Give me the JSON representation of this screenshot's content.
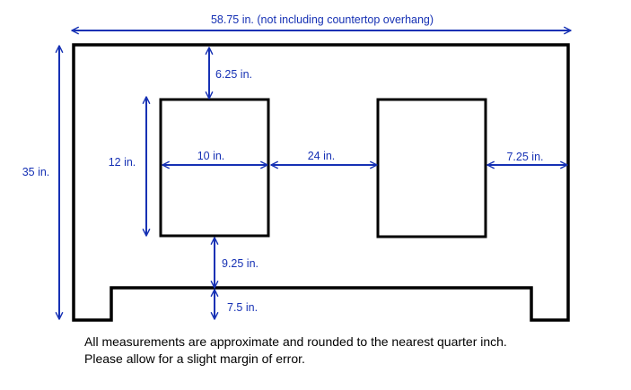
{
  "colors": {
    "outline": "#000000",
    "dimension": "#1631b4"
  },
  "dimensions": {
    "overall_width": "58.75 in. (not including countertop overhang)",
    "overall_height": "35 in.",
    "top_margin": "6.25 in.",
    "opening_height": "12 in.",
    "opening_width": "10 in.",
    "gap_between_openings": "24 in.",
    "right_margin": "7.25 in.",
    "below_opening": "9.25 in.",
    "toe_kick": "7.5 in."
  },
  "notes": {
    "line1": "All measurements are approximate and rounded to the nearest quarter inch.",
    "line2": "Please allow for a slight margin of error."
  }
}
